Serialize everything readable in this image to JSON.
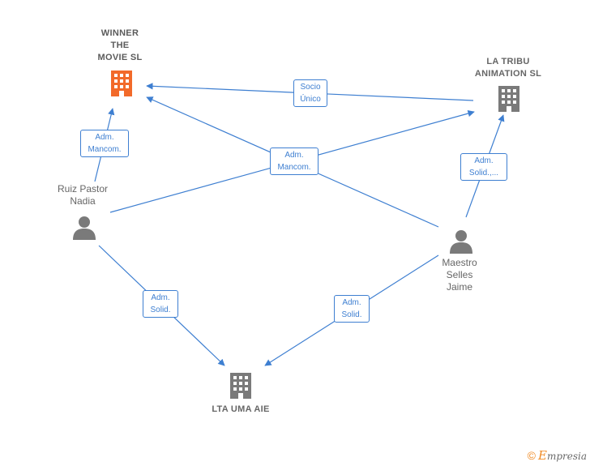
{
  "nodes": {
    "winner": {
      "label_lines": [
        "WINNER",
        "THE",
        "MOVIE  SL"
      ],
      "kind": "company",
      "highlight": true
    },
    "tribu": {
      "label_lines": [
        "LA TRIBU",
        "ANIMATION  SL"
      ],
      "kind": "company"
    },
    "lta": {
      "label_lines": [
        "LTA UMA AIE"
      ],
      "kind": "company"
    },
    "ruiz": {
      "label_lines": [
        "Ruiz Pastor",
        "Nadia"
      ],
      "kind": "person"
    },
    "maestro": {
      "label_lines": [
        "Maestro",
        "Selles",
        "Jaime"
      ],
      "kind": "person"
    }
  },
  "edges": [
    {
      "id": "tribu-winner",
      "label": "Socio\nÚnico"
    },
    {
      "id": "ruiz-winner",
      "label": "Adm.\nMancom."
    },
    {
      "id": "cross",
      "label": "Adm.\nMancom."
    },
    {
      "id": "maestro-tribu",
      "label": "Adm.\nSolid.,..."
    },
    {
      "id": "ruiz-lta",
      "label": "Adm.\nSolid."
    },
    {
      "id": "maestro-lta",
      "label": "Adm.\nSolid."
    }
  ],
  "colors": {
    "edge": "#3e7fd1",
    "company_icon": "#7a7a7a",
    "company_highlight": "#f26a2a",
    "person_icon": "#7a7a7a",
    "label_text": "#666666"
  },
  "icons": {
    "company": "building-icon",
    "person": "person-icon"
  },
  "brand": {
    "copyright": "©",
    "first_letter": "E",
    "rest": "mpresia"
  }
}
